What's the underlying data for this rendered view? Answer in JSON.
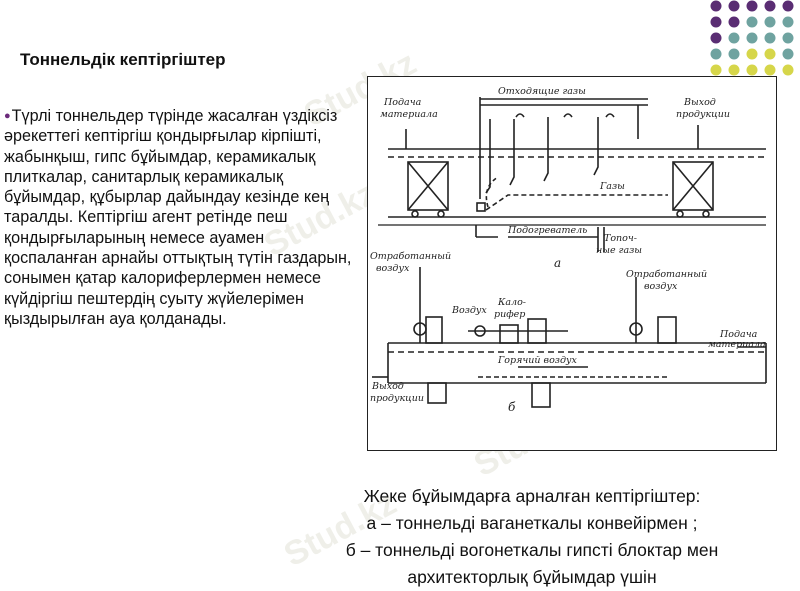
{
  "slide": {
    "title": "Тоннельдік кептіргіштер",
    "body": "Түрлі тоннельдер түрінде жасалған үздіксіз әрекеттегі кептіргіш қондырғылар кірпішті, жабынқыш, гипс бұйымдар, керамикалық плиткалар, санитарлық керамикалық бұйымдар, құбырлар дайындау кезінде кең таралды. Кептіргіш агент ретінде пеш қондырғыларының немесе ауамен қоспаланған арнайы оттықтың түтін газдарын, сонымен қатар калориферлермен немесе күйдіргіш пештердің суыту жүйелерімен қыздырылған ауа қолданады.",
    "caption": [
      "Жеке бұйымдарға арналған кептіргіштер:",
      "а – тоннельді ваганеткалы конвейірмен ;",
      "б – тоннельді вогонеткалы гипсті блоктар мен",
      "архитекторлық бұйымдар үшін"
    ],
    "watermark": "Stud.kz"
  },
  "diagram": {
    "top_labels": {
      "exhaust": "Отходящие газы",
      "feed": [
        "Подача",
        "материала"
      ],
      "output": [
        "Выход",
        "продукции"
      ],
      "gases": "Газы",
      "heater": "Подогреватель",
      "fuel_gas": [
        "Топоч-",
        "ные газы"
      ],
      "letter": "а"
    },
    "bottom_labels": {
      "spent_air_left": [
        "Отработанный",
        "воздух"
      ],
      "spent_air_right": [
        "Отработанный",
        "воздух"
      ],
      "air": "Воздух",
      "calorifer": [
        "Кало-",
        "рифер"
      ],
      "hot_air": "Горячий воздух",
      "feed": [
        "Подача",
        "материала"
      ],
      "output": [
        "Выход",
        "продукции"
      ],
      "letter": "б"
    }
  },
  "colors": {
    "dot_purple": "#5a2d73",
    "dot_teal": "#6fa3a0",
    "dot_yellow": "#d6d64a",
    "bullet": "#6b2a7b"
  }
}
